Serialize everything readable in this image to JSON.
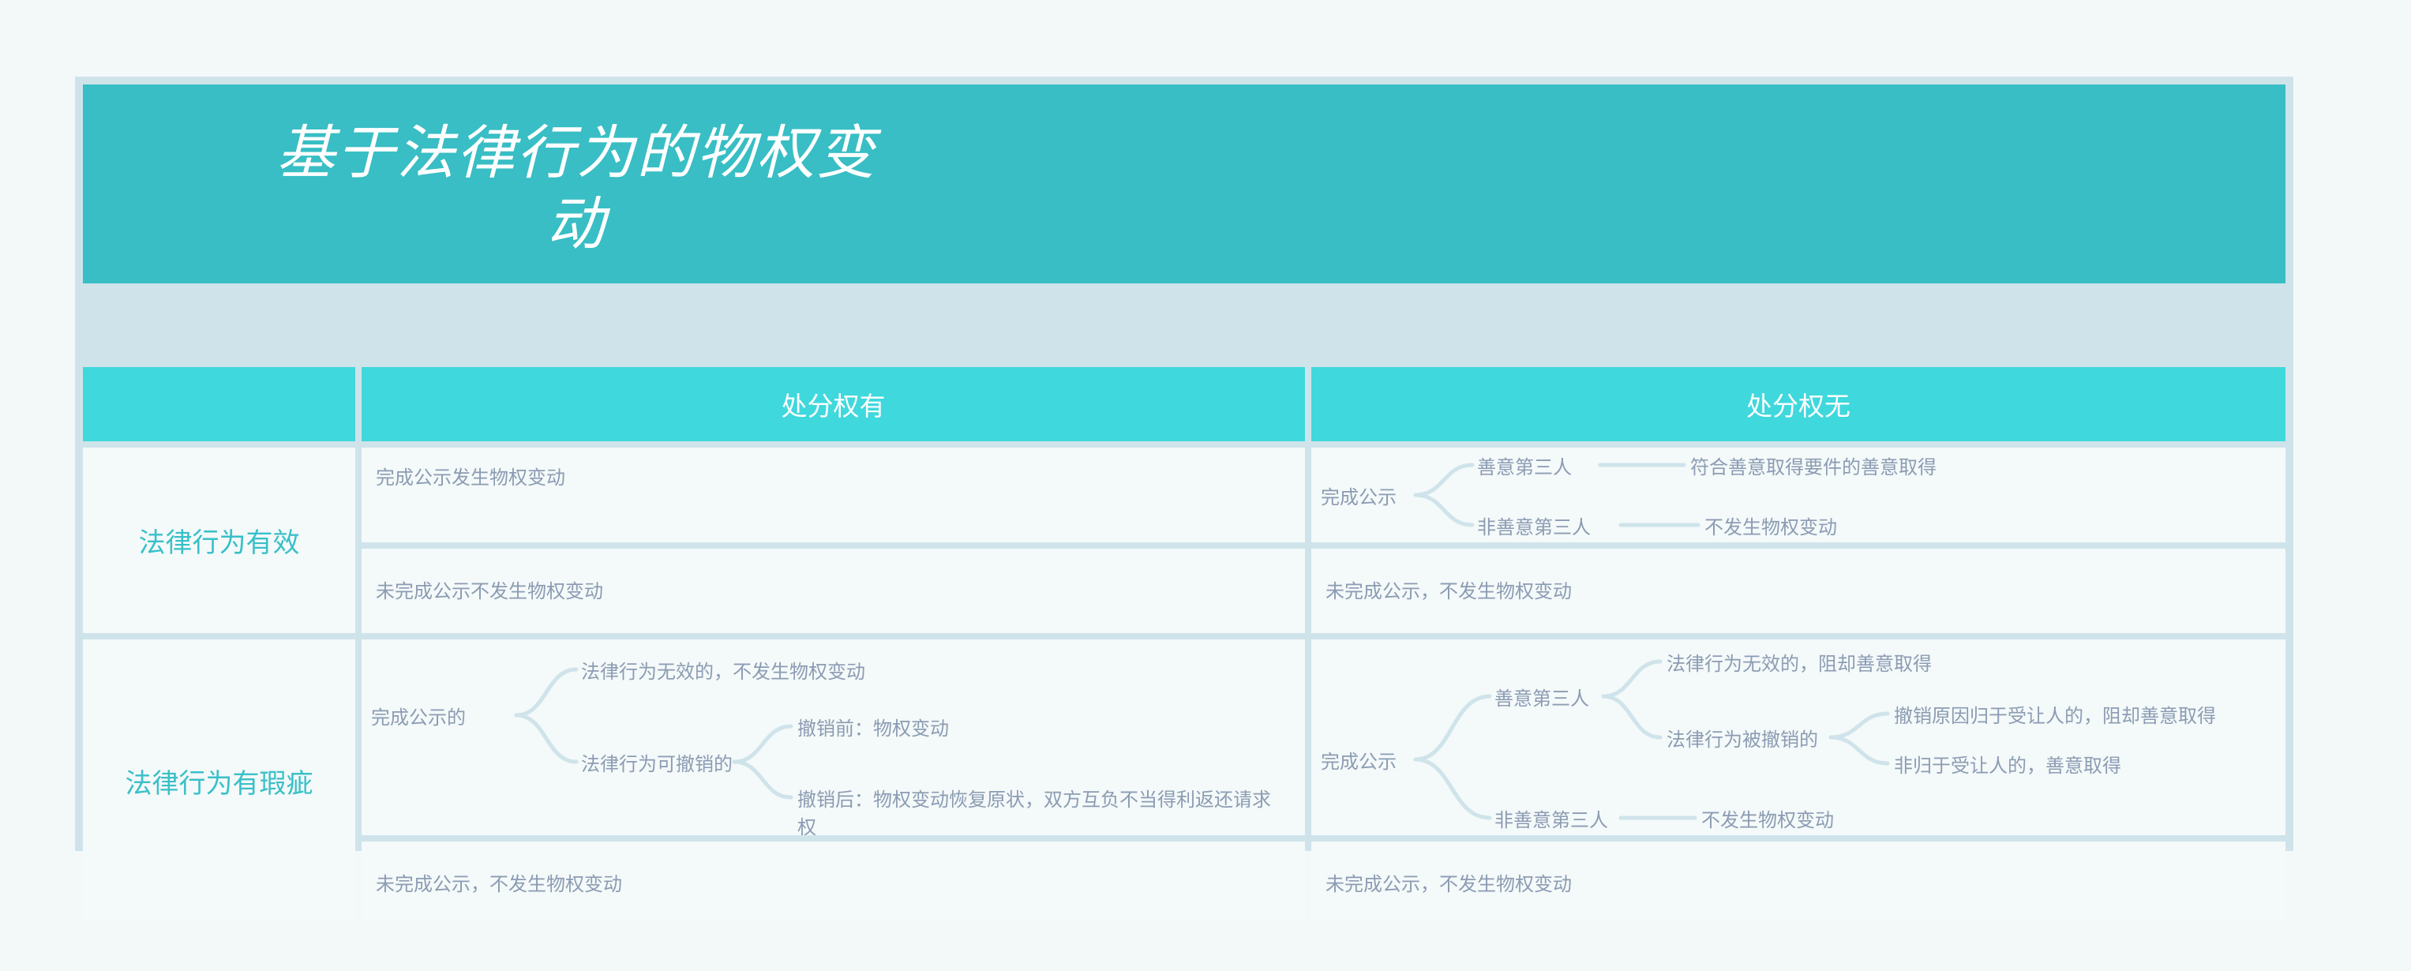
{
  "title": "基于法律行为的物权变\n动",
  "colors": {
    "title_band": "#38bec4",
    "header": "#3fd8dd",
    "cell_bg": "#f4f9f9",
    "grid": "#cfe4ea",
    "page_bg": "#f3f9f9",
    "row_label_text": "#39c0c8",
    "body_text": "#8b9cb3",
    "header_text": "#ffffff"
  },
  "table": {
    "headers": {
      "corner": "",
      "col2": "处分权有",
      "col3": "处分权无"
    },
    "rows": [
      {
        "label": "法律行为有效",
        "col2": {
          "top": {
            "type": "text",
            "text": "完成公示发生物权变动"
          },
          "bottom": {
            "type": "text",
            "text": "未完成公示不发生物权变动"
          }
        },
        "col3": {
          "top": {
            "type": "tree",
            "root": "完成公示",
            "branches": [
              {
                "label": "善意第三人",
                "children": [
                  {
                    "label": "符合善意取得要件的善意取得"
                  }
                ]
              },
              {
                "label": "非善意第三人",
                "children": [
                  {
                    "label": "不发生物权变动"
                  }
                ]
              }
            ]
          },
          "bottom": {
            "type": "text",
            "text": "未完成公示，不发生物权变动"
          }
        }
      },
      {
        "label": "法律行为有瑕疵",
        "col2": {
          "top": {
            "type": "tree",
            "root": "完成公示的",
            "branches": [
              {
                "label": "法律行为无效的，不发生物权变动",
                "children": []
              },
              {
                "label": "法律行为可撤销的",
                "children": [
                  {
                    "label": "撤销前：物权变动"
                  },
                  {
                    "label": "撤销后：物权变动恢复原状，双方互负不当得利返还请求\n权"
                  }
                ]
              }
            ]
          },
          "bottom": {
            "type": "text",
            "text": "未完成公示，不发生物权变动"
          }
        },
        "col3": {
          "top": {
            "type": "tree",
            "root": "完成公示",
            "branches": [
              {
                "label": "善意第三人",
                "children": [
                  {
                    "label": "法律行为无效的，阻却善意取得"
                  },
                  {
                    "label": "法律行为被撤销的",
                    "children": [
                      {
                        "label": "撤销原因归于受让人的，阻却善意取得"
                      },
                      {
                        "label": "非归于受让人的，善意取得"
                      }
                    ]
                  }
                ]
              },
              {
                "label": "非善意第三人",
                "children": [
                  {
                    "label": "不发生物权变动"
                  }
                ]
              }
            ]
          },
          "bottom": {
            "type": "text",
            "text": "未完成公示，不发生物权变动"
          }
        }
      }
    ]
  }
}
